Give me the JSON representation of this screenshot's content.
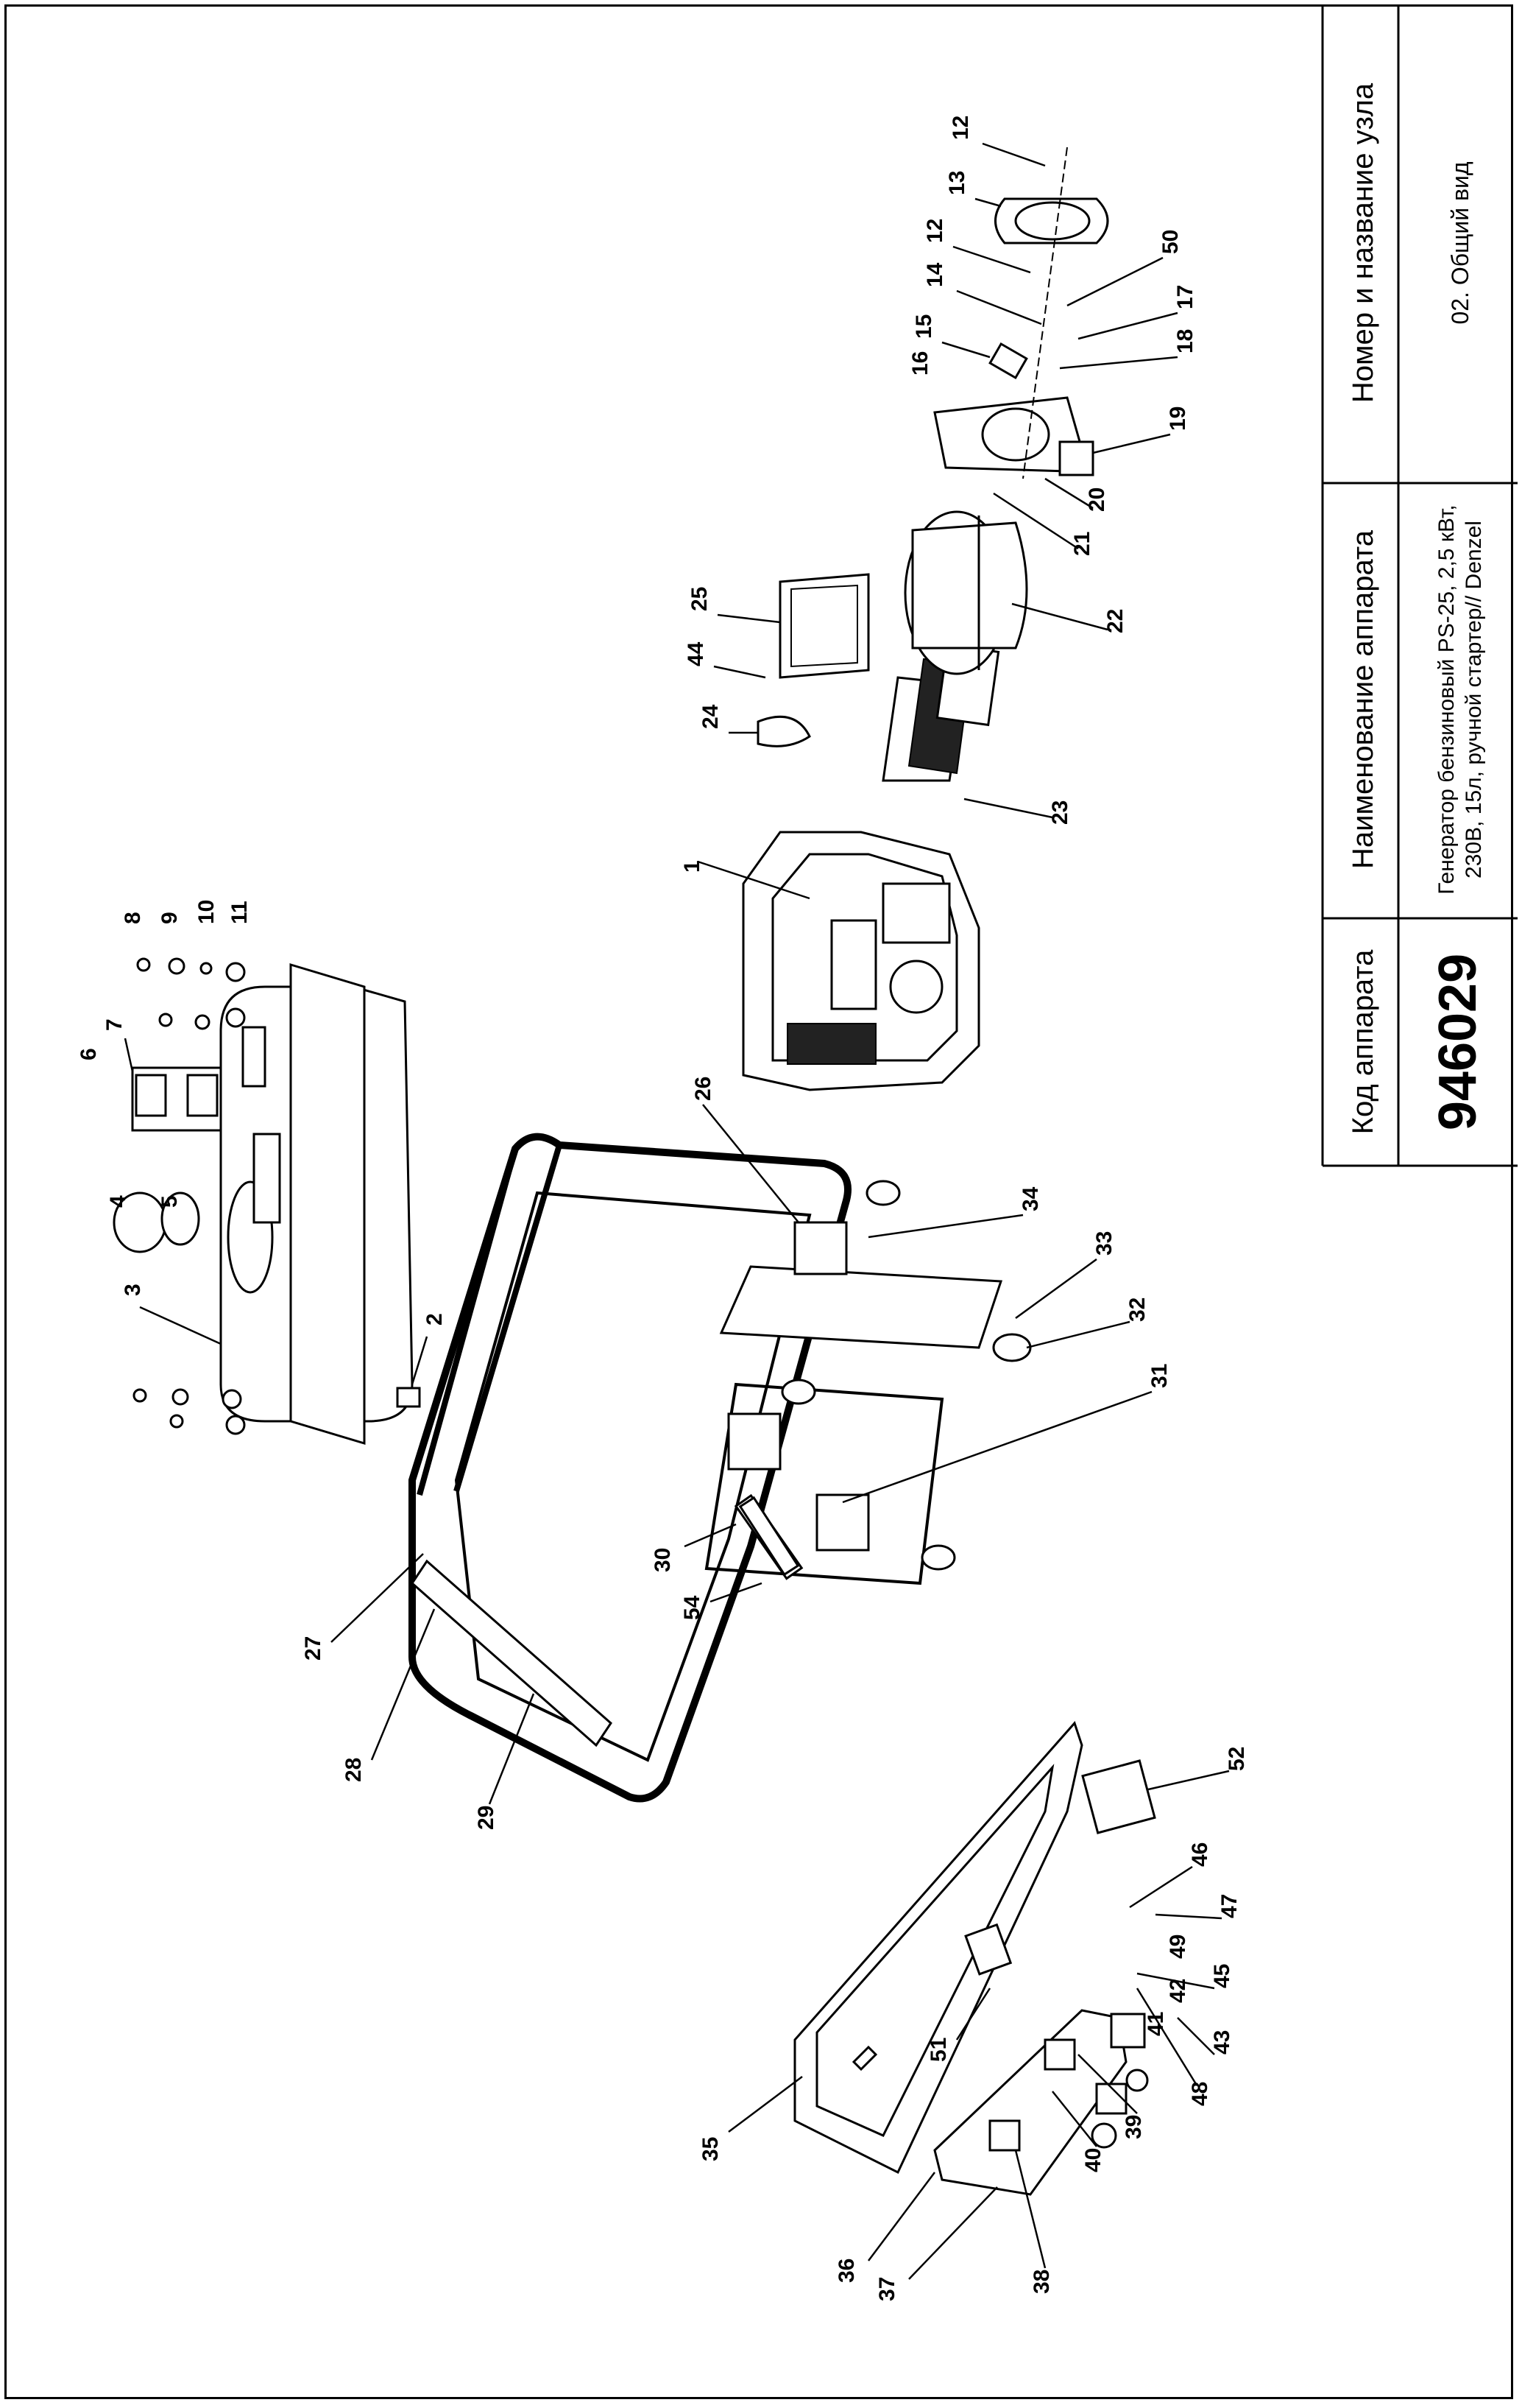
{
  "title_block": {
    "header_code": "Код аппарата",
    "code": "946029",
    "header_name": "Наименование аппарата",
    "name_line1": "Генератор бензиновый PS-25, 2,5 кВт,",
    "name_line2": "230В, 15л, ручной стартер// Denzel",
    "header_node": "Номер и название узла",
    "node": "02. Общий вид"
  },
  "diagram": {
    "callouts": [
      "1",
      "2",
      "3",
      "4",
      "5",
      "6",
      "7",
      "8",
      "9",
      "10",
      "11",
      "12",
      "12",
      "13",
      "14",
      "15",
      "16",
      "17",
      "18",
      "19",
      "20",
      "21",
      "22",
      "23",
      "24",
      "25",
      "26",
      "27",
      "28",
      "29",
      "30",
      "31",
      "32",
      "33",
      "34",
      "35",
      "36",
      "37",
      "38",
      "39",
      "40",
      "41",
      "42",
      "43",
      "44",
      "45",
      "46",
      "47",
      "48",
      "49",
      "50",
      "51",
      "52",
      "54"
    ]
  }
}
